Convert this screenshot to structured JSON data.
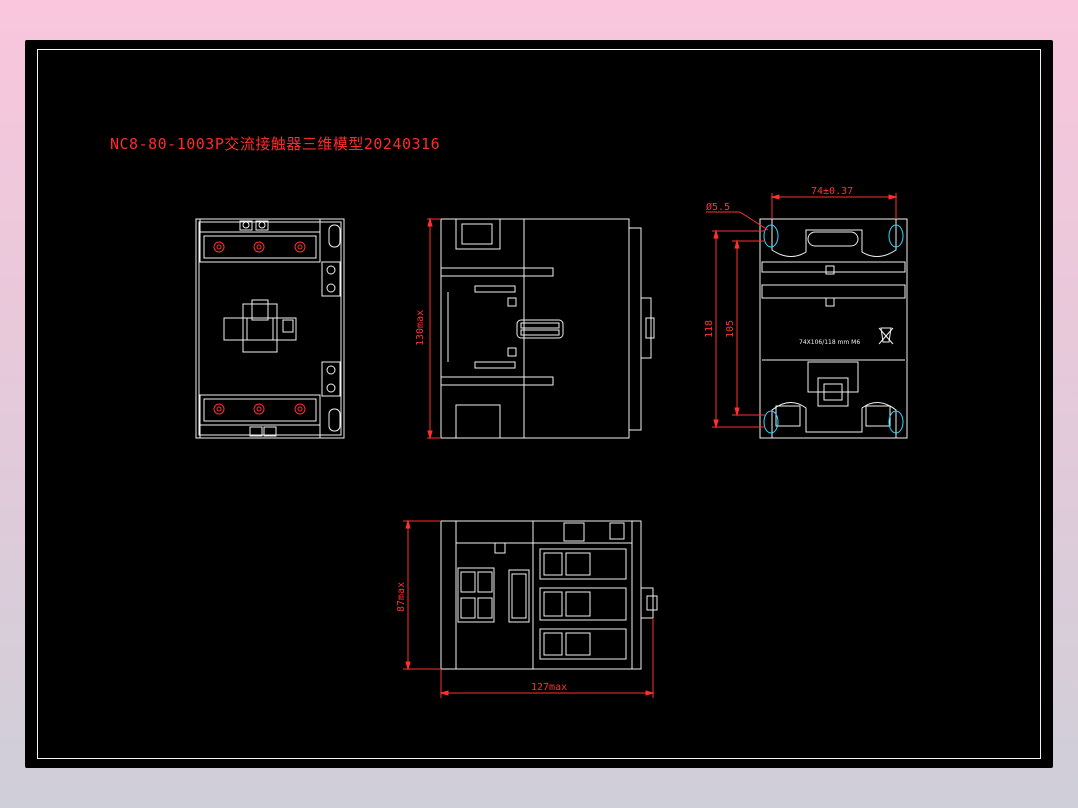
{
  "title": "NC8-80-1003P交流接触器三维模型20240316",
  "dims": {
    "front_height": "130max",
    "right_width": "74±0.37",
    "hole": "Ø5.5",
    "right_h1": "118",
    "right_h2": "105",
    "bottom_depth": "87max",
    "bottom_width": "127max"
  },
  "labels": {
    "rating_plate": "74X106/118 mm M6"
  },
  "colors": {
    "outline": "#f0f0f0",
    "dimension": "#ff3030",
    "hole": "#33d6ff",
    "title": "#ff2a2a",
    "background": "#000000"
  }
}
